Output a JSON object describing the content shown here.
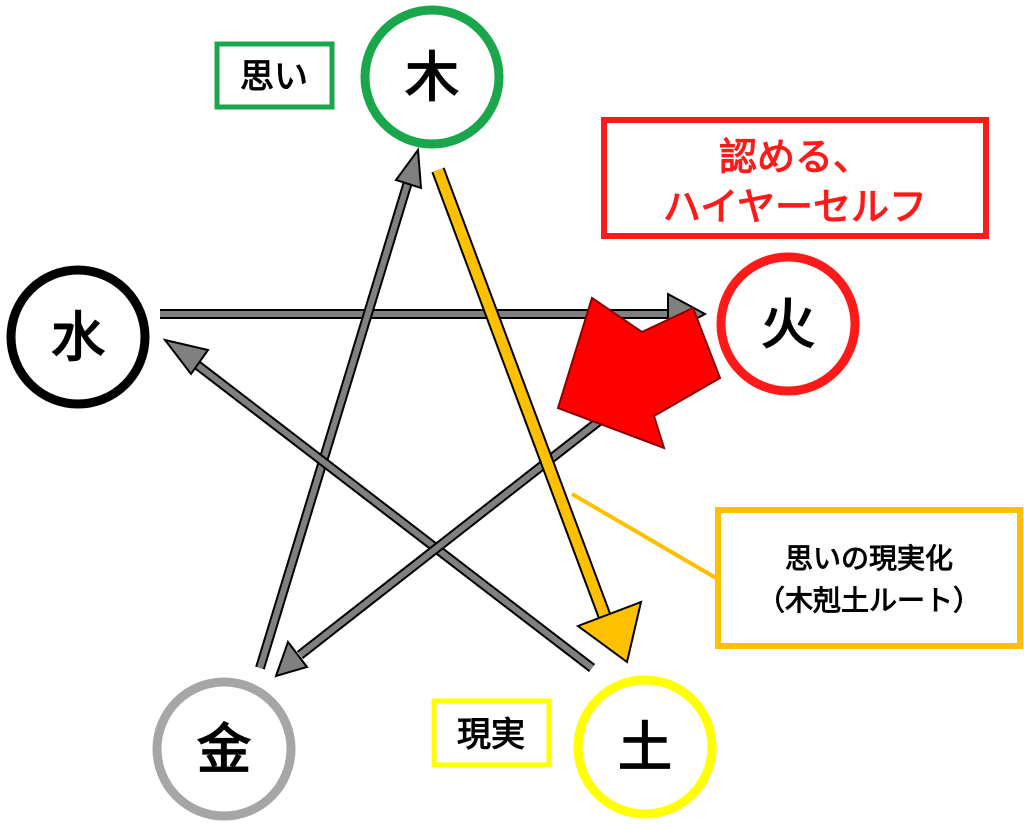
{
  "nodes": {
    "wood": {
      "char": "木",
      "color": "#1aa64a"
    },
    "fire": {
      "char": "火",
      "color": "#ff1a1a"
    },
    "earth": {
      "char": "土",
      "color": "#ffff00"
    },
    "metal": {
      "char": "金",
      "color": "#a6a6a6"
    },
    "water": {
      "char": "水",
      "color": "#000000"
    }
  },
  "labels": {
    "thought": {
      "text": "思い",
      "border": "#1aa64a"
    },
    "reality": {
      "text": "現実",
      "border": "#ffff00"
    }
  },
  "callout_red": {
    "line1": "認める、",
    "line2": "ハイヤーセルフ",
    "color": "#ff1a1a"
  },
  "callout_yellow": {
    "line1": "思いの現実化",
    "line2": "（木剋土ルート）",
    "border": "#ffc000"
  },
  "colors": {
    "generating_arrow": "#808080",
    "route_arrow": "#ffc000",
    "emphasis_arrow": "#ff0000"
  }
}
